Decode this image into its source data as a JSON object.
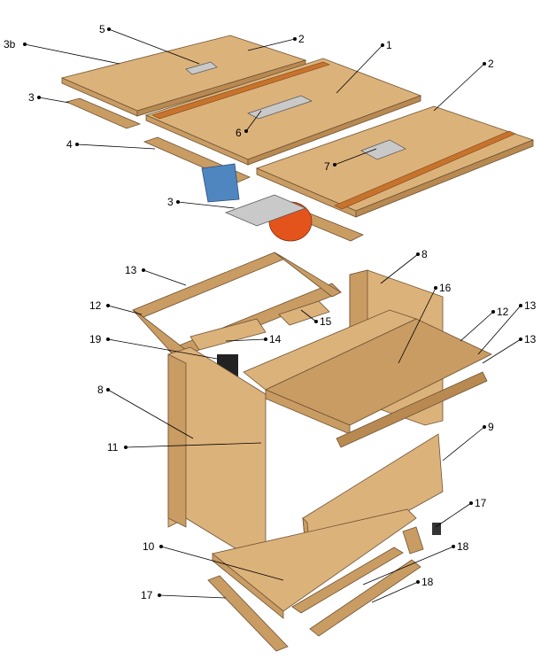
{
  "diagram": {
    "title": "Exploded view of table saw workbench",
    "colors": {
      "wood": "#dcb27b",
      "rail": "#c8732c",
      "motor": "#4f86c0",
      "blade": "#e2541c"
    },
    "callouts": [
      "3b",
      "5",
      "2",
      "1",
      "2",
      "3",
      "4",
      "6",
      "7",
      "3",
      "13",
      "8",
      "16",
      "12",
      "15",
      "12",
      "13",
      "19",
      "14",
      "13",
      "8",
      "11",
      "9",
      "17",
      "10",
      "18",
      "18",
      "17"
    ]
  }
}
